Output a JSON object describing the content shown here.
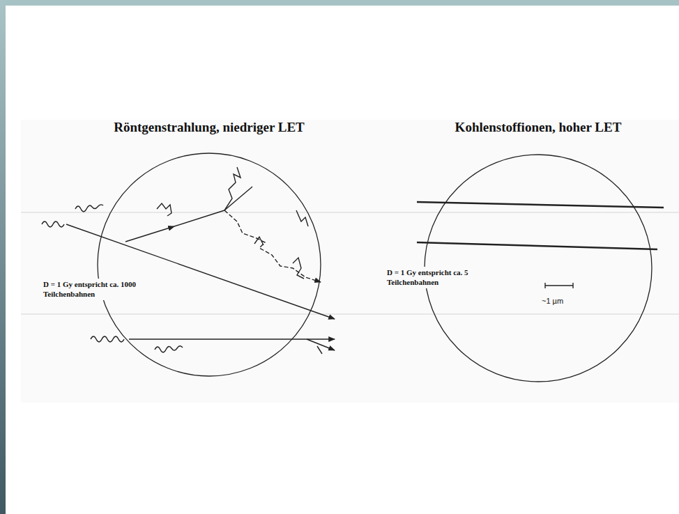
{
  "diagram": {
    "nodes": [
      {
        "text": [
          "Röntgenstrahlung, niedriger LET",
          "D = 1 Gy entspricht ca. 1000 Teilchenbahnen"
        ]
      },
      {
        "text": [
          "Kohlenstoffionen, hoher LET",
          "D = 1 Gy entspricht ca. 5 Teilchenbahnen"
        ]
      }
    ],
    "labels": [
      "~1 µm"
    ]
  }
}
